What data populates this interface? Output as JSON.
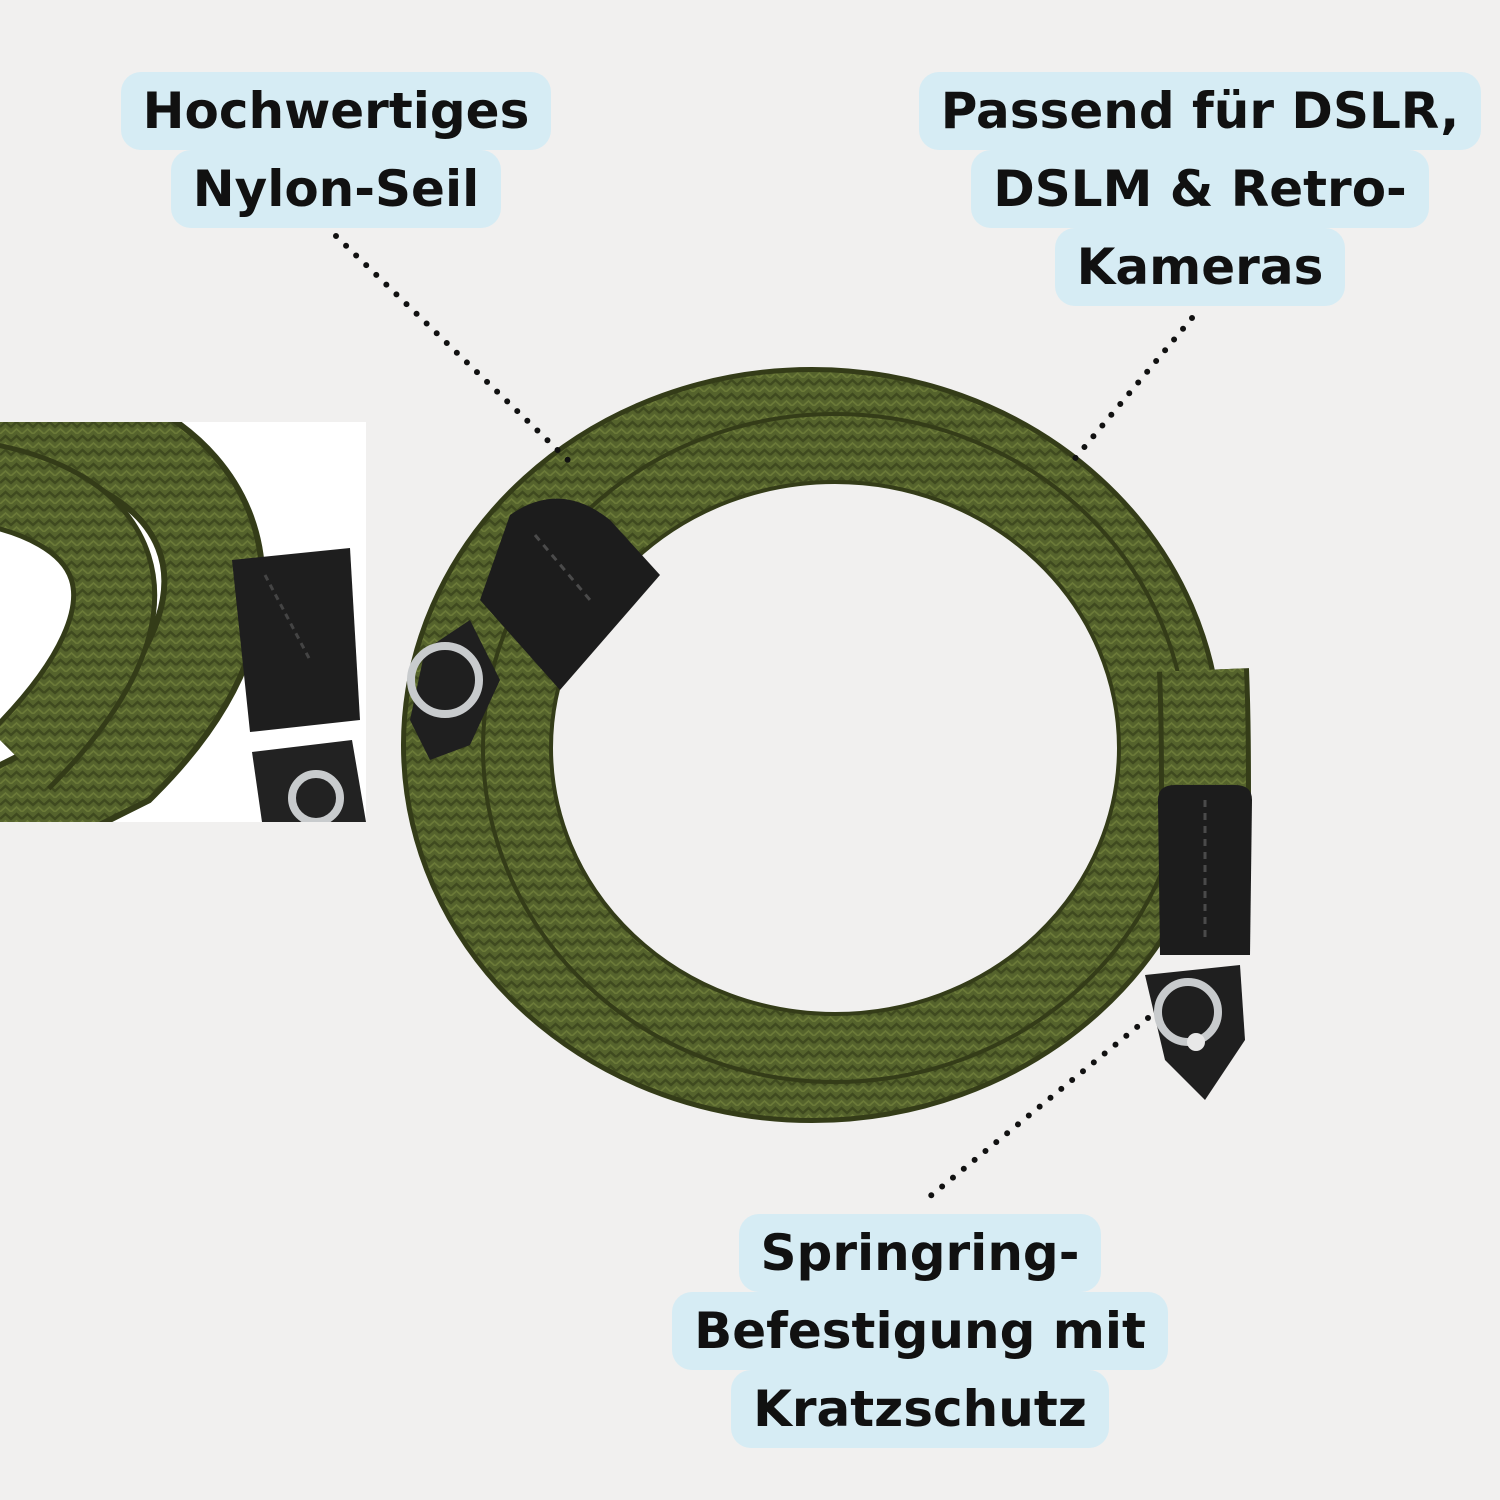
{
  "callouts": {
    "nylon": {
      "lines": [
        "Hochwertiges",
        "Nylon-Seil"
      ]
    },
    "compat": {
      "lines": [
        "Passend für DSLR,",
        "DSLM & Retro-",
        "Kameras"
      ]
    },
    "ring": {
      "lines": [
        "Springring-",
        "Befestigung mit",
        "Kratzschutz"
      ]
    }
  },
  "colors": {
    "background": "#f1f0ef",
    "label_background": "#d6ecf4",
    "rope": "#55632c",
    "leather": "#1f1f1f",
    "text": "#111111"
  }
}
